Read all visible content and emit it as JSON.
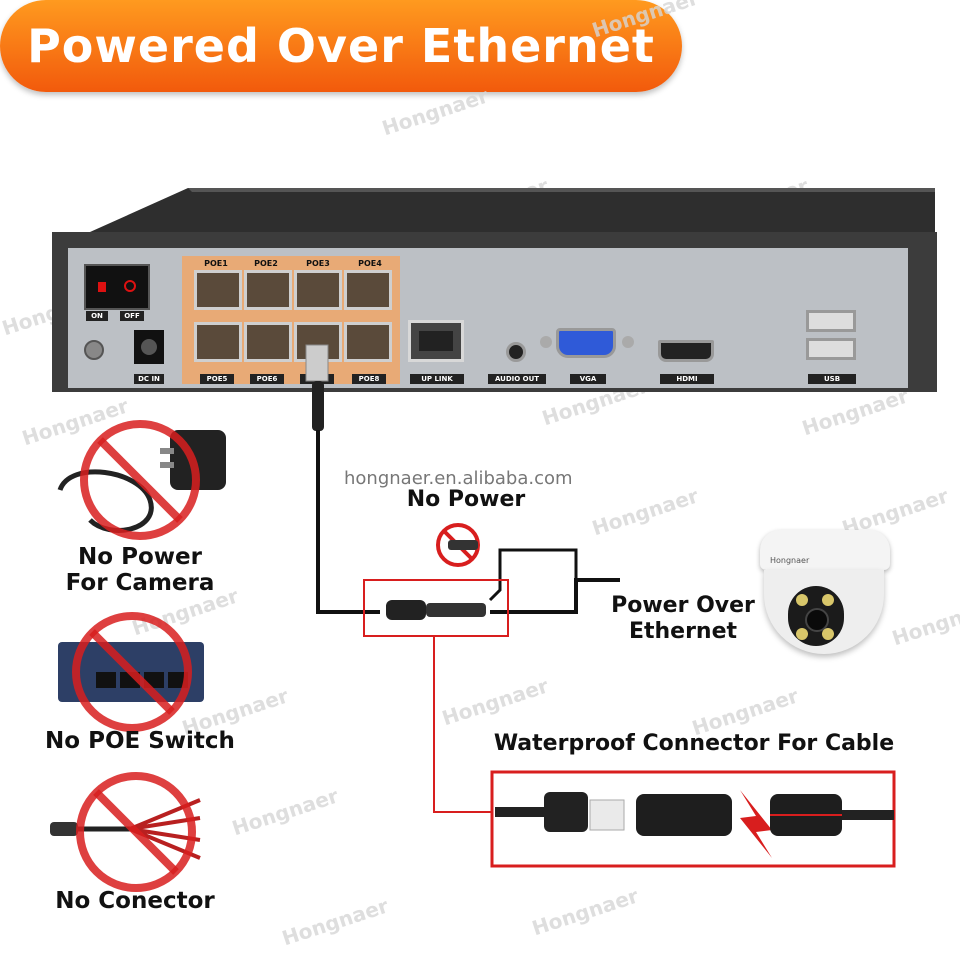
{
  "banner": {
    "title": "Powered Over Ethernet",
    "color": "#f57c14"
  },
  "watermark": {
    "brand": "Hongnaer",
    "website": "hongnaer.en.alibaba.com"
  },
  "nvr": {
    "switch_on": "ON",
    "switch_off": "OFF",
    "dc_in": "DC IN",
    "poe_top": [
      "POE1",
      "POE2",
      "POE3",
      "POE4"
    ],
    "poe_bottom": [
      "POE5",
      "POE6",
      "POE7",
      "POE8"
    ],
    "uplink": "UP LINK",
    "audio_out": "AUDIO OUT",
    "vga": "VGA",
    "hdmi": "HDMI",
    "usb": "USB"
  },
  "left_panel": [
    {
      "label_line1": "No Power",
      "label_line2": "For Camera",
      "icon": "power-adapter-icon"
    },
    {
      "label_line1": "No POE Switch",
      "label_line2": "",
      "icon": "poe-switch-icon"
    },
    {
      "label_line1": "No Conector",
      "label_line2": "",
      "icon": "splitter-cable-icon"
    }
  ],
  "no_power": "No Power",
  "poe_label": {
    "line1": "Power Over",
    "line2": "Ethernet"
  },
  "connector_title": "Waterproof Connector For Cable",
  "camera_brand": "Hongnaer",
  "colors": {
    "prohibit": "#d81e1e",
    "nvr_body": "#3a3a3a",
    "panel": "#b8bcc2",
    "poe_block": "#e6a873"
  }
}
